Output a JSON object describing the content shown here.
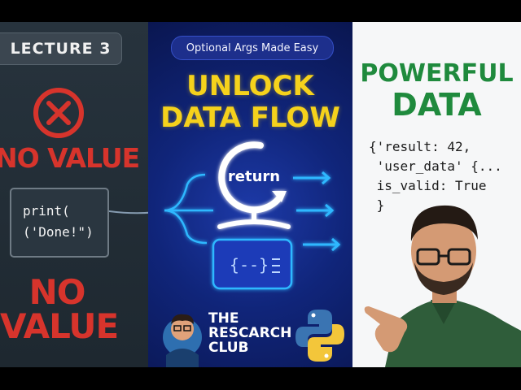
{
  "left": {
    "badge": "LECTURE 3",
    "no_value_top": "NO VALUE",
    "print_lines": [
      "print(",
      "('Done!\")"
    ],
    "no_value_bottom_1": "NO",
    "no_value_bottom_2": "VALUE",
    "icon": "x-circle-icon"
  },
  "middle": {
    "pill": "Optional Args Made Easy",
    "title_line1": "UNLOCK",
    "title_line2": "DATA FLOW",
    "return_label": "return",
    "brand_lines": [
      "THE",
      "RESCARCH",
      "CLUB"
    ],
    "icons": [
      "return-loop-icon",
      "code-block-icon",
      "avatar-icon",
      "python-logo-icon"
    ]
  },
  "right": {
    "title_line1": "POWERFUL",
    "title_line2": "DATA",
    "code_lines": [
      "{'result: 42,",
      " 'user_data' {...",
      " is_valid: True",
      " }"
    ]
  },
  "colors": {
    "left_bg": "#27333d",
    "red": "#d7342c",
    "middle_bg": "#10257a",
    "yellow": "#f5d21c",
    "cyan": "#2fb8ff",
    "right_bg": "#f6f7f8",
    "green": "#1f8a3d"
  }
}
